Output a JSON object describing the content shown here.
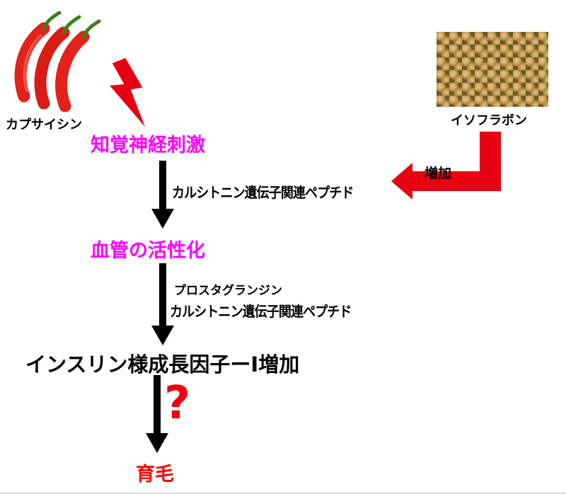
{
  "sources": {
    "capsaicin": {
      "label": "カプサイシン",
      "image": "red-chili-peppers"
    },
    "isoflavone": {
      "label": "イソフラボン",
      "image": "soybeans"
    }
  },
  "flow": {
    "sensory_stimulation": "知覚神経刺激",
    "cgrp_1": "カルシトニン遺伝子関連ペプチド",
    "increase": "増加",
    "vascular_activation": "血管の活性化",
    "prostaglandin": "プロスタグランジン",
    "cgrp_2": "カルシトニン遺伝子関連ペプチド",
    "igf_increase": "インスリン様成長因子ーI増加",
    "question_mark": "?",
    "hair_growth": "育毛"
  },
  "colors": {
    "highlight_magenta": "#ff00ff",
    "arrow_red": "#e60012",
    "arrow_black": "#000000",
    "result_red": "#ff0000",
    "soybean_tan": "#d2ac63",
    "pepper_red": "#e32219",
    "stem_green": "#3f7d1e"
  }
}
